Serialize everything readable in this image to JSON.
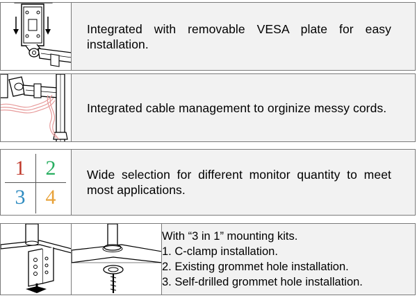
{
  "features": [
    {
      "id": "vesa",
      "icon": "vesa-plate-icon",
      "text": "Integrated with removable VESA plate for easy installation."
    },
    {
      "id": "cable",
      "icon": "cable-management-icon",
      "text": "Integrated cable management to orginize messy cords."
    },
    {
      "id": "quantity",
      "icon": "monitor-quantity-icon",
      "numbers": [
        "1",
        "2",
        "3",
        "4"
      ],
      "colors": [
        "#c0392b",
        "#27ae60",
        "#2e8bc0",
        "#e8a23a"
      ],
      "text": "Wide selection for different monitor quantity to meet most applications."
    },
    {
      "id": "mounting",
      "icons": [
        "c-clamp-icon",
        "grommet-icon"
      ],
      "lines": [
        "With “3 in 1” mounting kits.",
        "1. C-clamp installation.",
        "2. Existing grommet hole installation.",
        "3. Self-drilled grommet hole installation."
      ]
    }
  ]
}
